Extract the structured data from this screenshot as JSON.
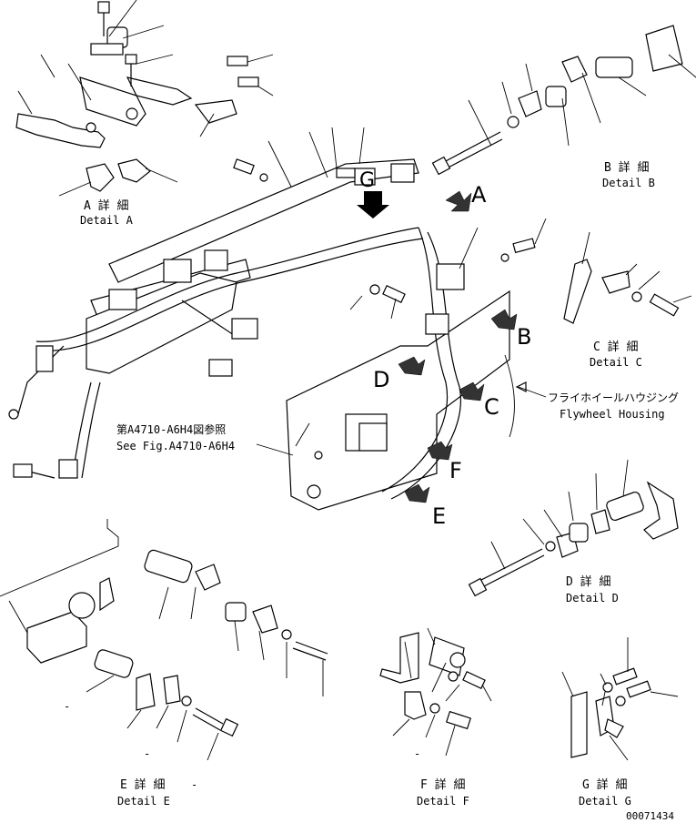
{
  "detail_labels": {
    "A": {
      "jp": "A 詳 細",
      "en": "Detail A"
    },
    "B": {
      "jp": "B 詳 細",
      "en": "Detail B"
    },
    "C": {
      "jp": "C 詳 細",
      "en": "Detail C"
    },
    "D": {
      "jp": "D 詳 細",
      "en": "Detail D"
    },
    "E": {
      "jp": "E 詳 細",
      "en": "Detail E"
    },
    "F": {
      "jp": "F 詳 細",
      "en": "Detail F"
    },
    "G": {
      "jp": "G 詳 細",
      "en": "Detail G"
    }
  },
  "callouts": {
    "A": "A",
    "B": "B",
    "C": "C",
    "D": "D",
    "E": "E",
    "F": "F",
    "G": "G"
  },
  "flywheel": {
    "jp": "フライホイールハウジング",
    "en": "Flywheel Housing"
  },
  "see_fig": {
    "jp": "第A4710-A6H4図参照",
    "en": "See Fig.A4710-A6H4"
  },
  "drawing_number": "00071434",
  "dashes": {
    "e": "-",
    "f": "-",
    "g": "-"
  }
}
